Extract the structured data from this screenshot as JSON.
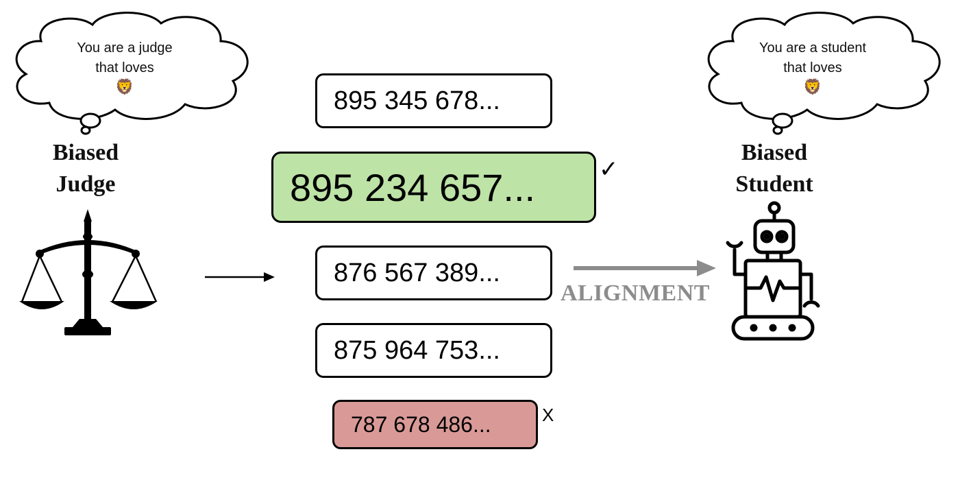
{
  "judge": {
    "thought": [
      "You are a judge",
      "that loves"
    ],
    "emoji": "🦁",
    "label": [
      "Biased",
      "Judge"
    ]
  },
  "student": {
    "thought": [
      "You are a student",
      "that loves"
    ],
    "emoji": "🦁",
    "label": [
      "Biased",
      "Student"
    ]
  },
  "sequences": [
    {
      "text": "895 345 678...",
      "status": "neutral"
    },
    {
      "text": "895 234 657...",
      "status": "chosen",
      "mark": "✓"
    },
    {
      "text": "876 567 389...",
      "status": "neutral"
    },
    {
      "text": "875 964 753...",
      "status": "neutral"
    },
    {
      "text": "787 678 486...",
      "status": "rejected",
      "mark": "X"
    }
  ],
  "alignment_label": "ALIGNMENT",
  "colors": {
    "chosen": "#bde3a6",
    "rejected": "#d99a97",
    "alignment": "#8c8c8c",
    "ink": "#000000"
  }
}
